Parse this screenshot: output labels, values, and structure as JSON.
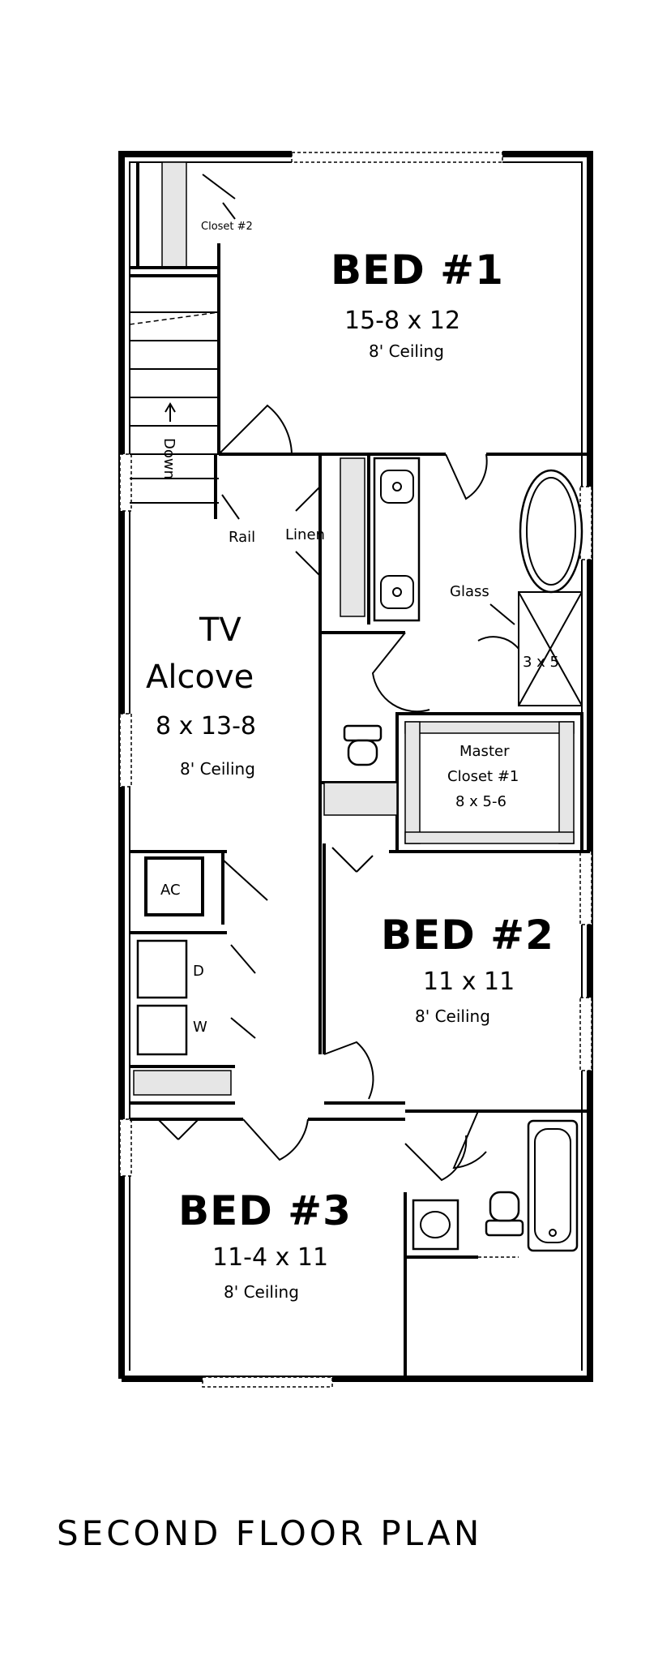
{
  "title": "SECOND FLOOR PLAN",
  "rooms": {
    "bed1": {
      "name": "BED #1",
      "dims": "15-8 x 12",
      "ceiling": "8' Ceiling"
    },
    "bed2": {
      "name": "BED #2",
      "dims": "11 x 11",
      "ceiling": "8' Ceiling"
    },
    "bed3": {
      "name": "BED #3",
      "dims": "11-4 x 11",
      "ceiling": "8' Ceiling"
    },
    "tv": {
      "name_line1": "TV",
      "name_line2": "Alcove",
      "dims": "8 x 13-8",
      "ceiling": "8' Ceiling"
    },
    "master_closet": {
      "line1": "Master",
      "line2": "Closet #1",
      "dims": "8 x 5-6"
    }
  },
  "labels": {
    "closet2": "Closet #2",
    "down": "Down",
    "rail": "Rail",
    "linen": "Linen",
    "glass": "Glass",
    "shower": "3 x 5",
    "ac": "AC",
    "dryer": "D",
    "washer": "W"
  }
}
